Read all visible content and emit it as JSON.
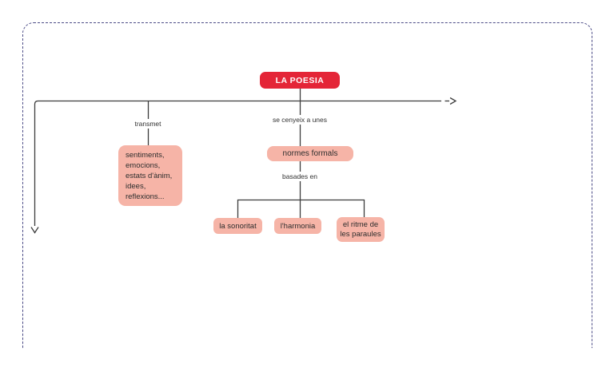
{
  "diagram": {
    "root_label": "LA POESIA",
    "edge_labels": {
      "transmet": "transmet",
      "se_cenyeix": "se cenyeix a unes",
      "basades": "basades en"
    },
    "nodes": {
      "sentiments_lines": [
        "sentiments,",
        "emocions,",
        "estats d'ànim,",
        "idees,",
        "reflexions..."
      ],
      "normes_formals": "normes formals",
      "sonoritat": "la sonoritat",
      "harmonia": "l'harmonia",
      "ritme_lines": [
        "el ritme de",
        "les paraules"
      ]
    },
    "colors": {
      "root_bg": "#e42537",
      "root_text": "#ffffff",
      "node_bg": "#f6b4a7",
      "node_text": "#2e2e2e",
      "line": "#3c3c3c",
      "page_border": "#4a4a85"
    }
  }
}
